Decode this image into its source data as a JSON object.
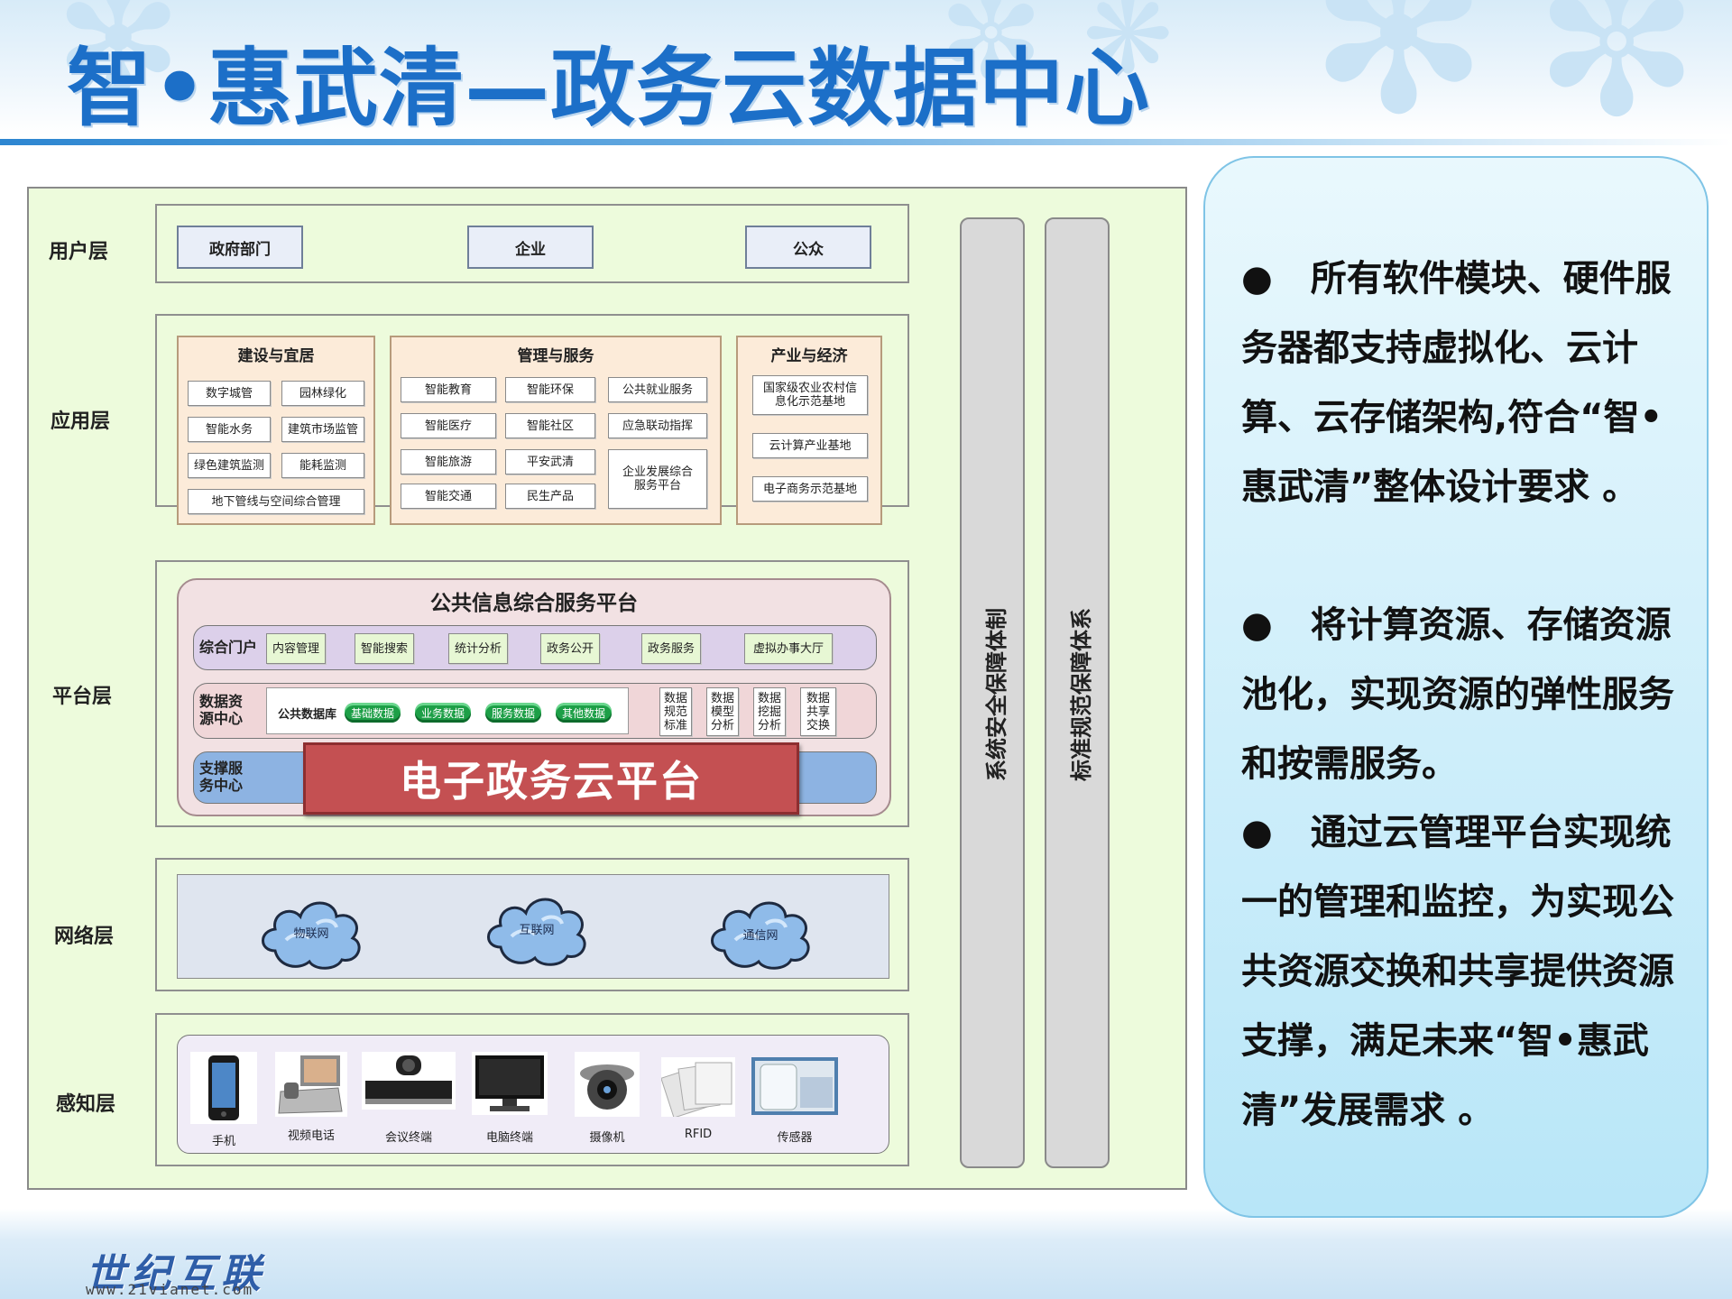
{
  "title": "智•惠武清—政务云数据中心",
  "layers": {
    "user": "用户层",
    "app": "应用层",
    "platform": "平台层",
    "network": "网络层",
    "sense": "感知层"
  },
  "user_boxes": [
    "政府部门",
    "企业",
    "公众"
  ],
  "app_sections": {
    "build": {
      "title": "建设与宜居",
      "items": [
        "数字城管",
        "园林绿化",
        "智能水务",
        "建筑市场监管",
        "绿色建筑监测",
        "能耗监测",
        "地下管线与空间综合管理"
      ]
    },
    "manage": {
      "title": "管理与服务",
      "items": [
        "智能教育",
        "智能环保",
        "公共就业服务",
        "智能医疗",
        "智能社区",
        "应急联动指挥",
        "智能旅游",
        "平安武清",
        "智能交通",
        "民生产品",
        "企业发展综合服务平台"
      ]
    },
    "industry": {
      "title": "产业与经济",
      "items": [
        "国家级农业农村信息化示范基地",
        "云计算产业基地",
        "电子商务示范基地"
      ]
    }
  },
  "platform": {
    "title": "公共信息综合服务平台",
    "portal": {
      "label": "综合门户",
      "items": [
        "内容管理",
        "智能搜索",
        "统计分析",
        "政务公开",
        "政务服务",
        "虚拟办事大厅"
      ]
    },
    "data_center": {
      "label": "数据资源中心",
      "db_label": "公共数据库",
      "dbs": [
        "基础数据",
        "业务数据",
        "服务数据",
        "其他数据"
      ],
      "tools": [
        "数据规范标准",
        "数据模型分析",
        "数据挖掘分析",
        "数据共享交换"
      ]
    },
    "support": {
      "label": "支撑服务中心",
      "banner": "电子政务云平台"
    }
  },
  "network": [
    "物联网",
    "互联网",
    "通信网"
  ],
  "devices": [
    "手机",
    "视频电话",
    "会议终端",
    "电脑终端",
    "摄像机",
    "RFID",
    "传感器"
  ],
  "side_bars": [
    "系统安全保障体制",
    "标准规范保障体系"
  ],
  "bullets": [
    "所有软件模块、硬件服务器都支持虚拟化、云计算、云存储架构,符合“智•惠武清”整体设计要求 。",
    "将计算资源、存储资源池化，实现资源的弹性服务和按需服务。",
    "通过云管理平台实现统一的管理和监控，为实现公共资源交换和共享提供资源支撑，满足未来“智•惠武清”发展需求 。"
  ],
  "logo": {
    "name": "世纪互联",
    "url": "www.21vianet.com"
  },
  "colors": {
    "title": "#1c6fc8",
    "diagram_bg": "#edfbdc",
    "banner": "#c45052",
    "panel": "#b8e6f8"
  }
}
